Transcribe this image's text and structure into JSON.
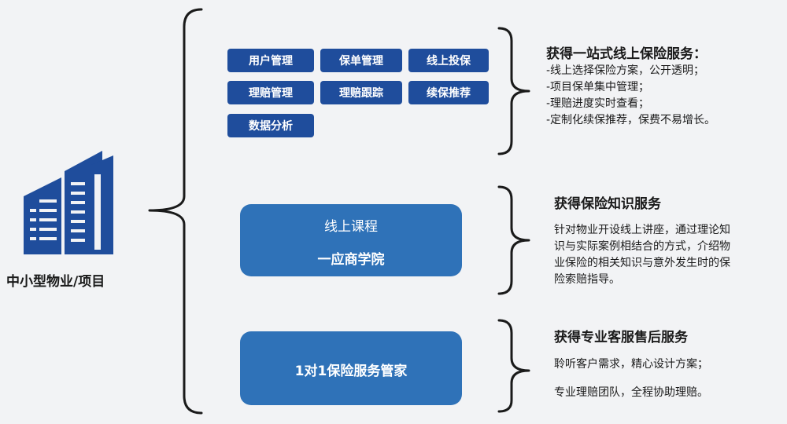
{
  "left": {
    "icon": "building-icon",
    "label": "中小型物业/项目",
    "colors": {
      "building": "#1f4d9c"
    }
  },
  "feature_buttons": [
    "用户管理",
    "保单管理",
    "线上投保",
    "理赔管理",
    "理赔跟踪",
    "续保推荐",
    "数据分析"
  ],
  "sections": [
    {
      "heading": "获得一站式线上保险服务：",
      "lines": [
        "-线上选择保险方案，公开透明；",
        "-项目保单集中管理；",
        "-理赔进度实时查看；",
        "-定制化续保推荐，保费不易增长。"
      ]
    },
    {
      "box_top": "线上课程",
      "box_title": "一应商学院",
      "heading": "获得保险知识服务",
      "lines": [
        "针对物业开设线上讲座，通过理论知",
        "识与实际案例相结合的方式，介绍物",
        "业保险的相关知识与意外发生时的保",
        "险索赔指导。"
      ]
    },
    {
      "box_title": "1对1保险服务管家",
      "heading": "获得专业客服售后服务",
      "lines": [
        "聆听客户需求，精心设计方案；",
        "专业理赔团队，全程协助理赔。"
      ]
    }
  ],
  "colors": {
    "pill": "#1f4d9c",
    "box": "#2f72b8",
    "bracket": "#1a1a1a",
    "background": "#f2f3f5"
  }
}
